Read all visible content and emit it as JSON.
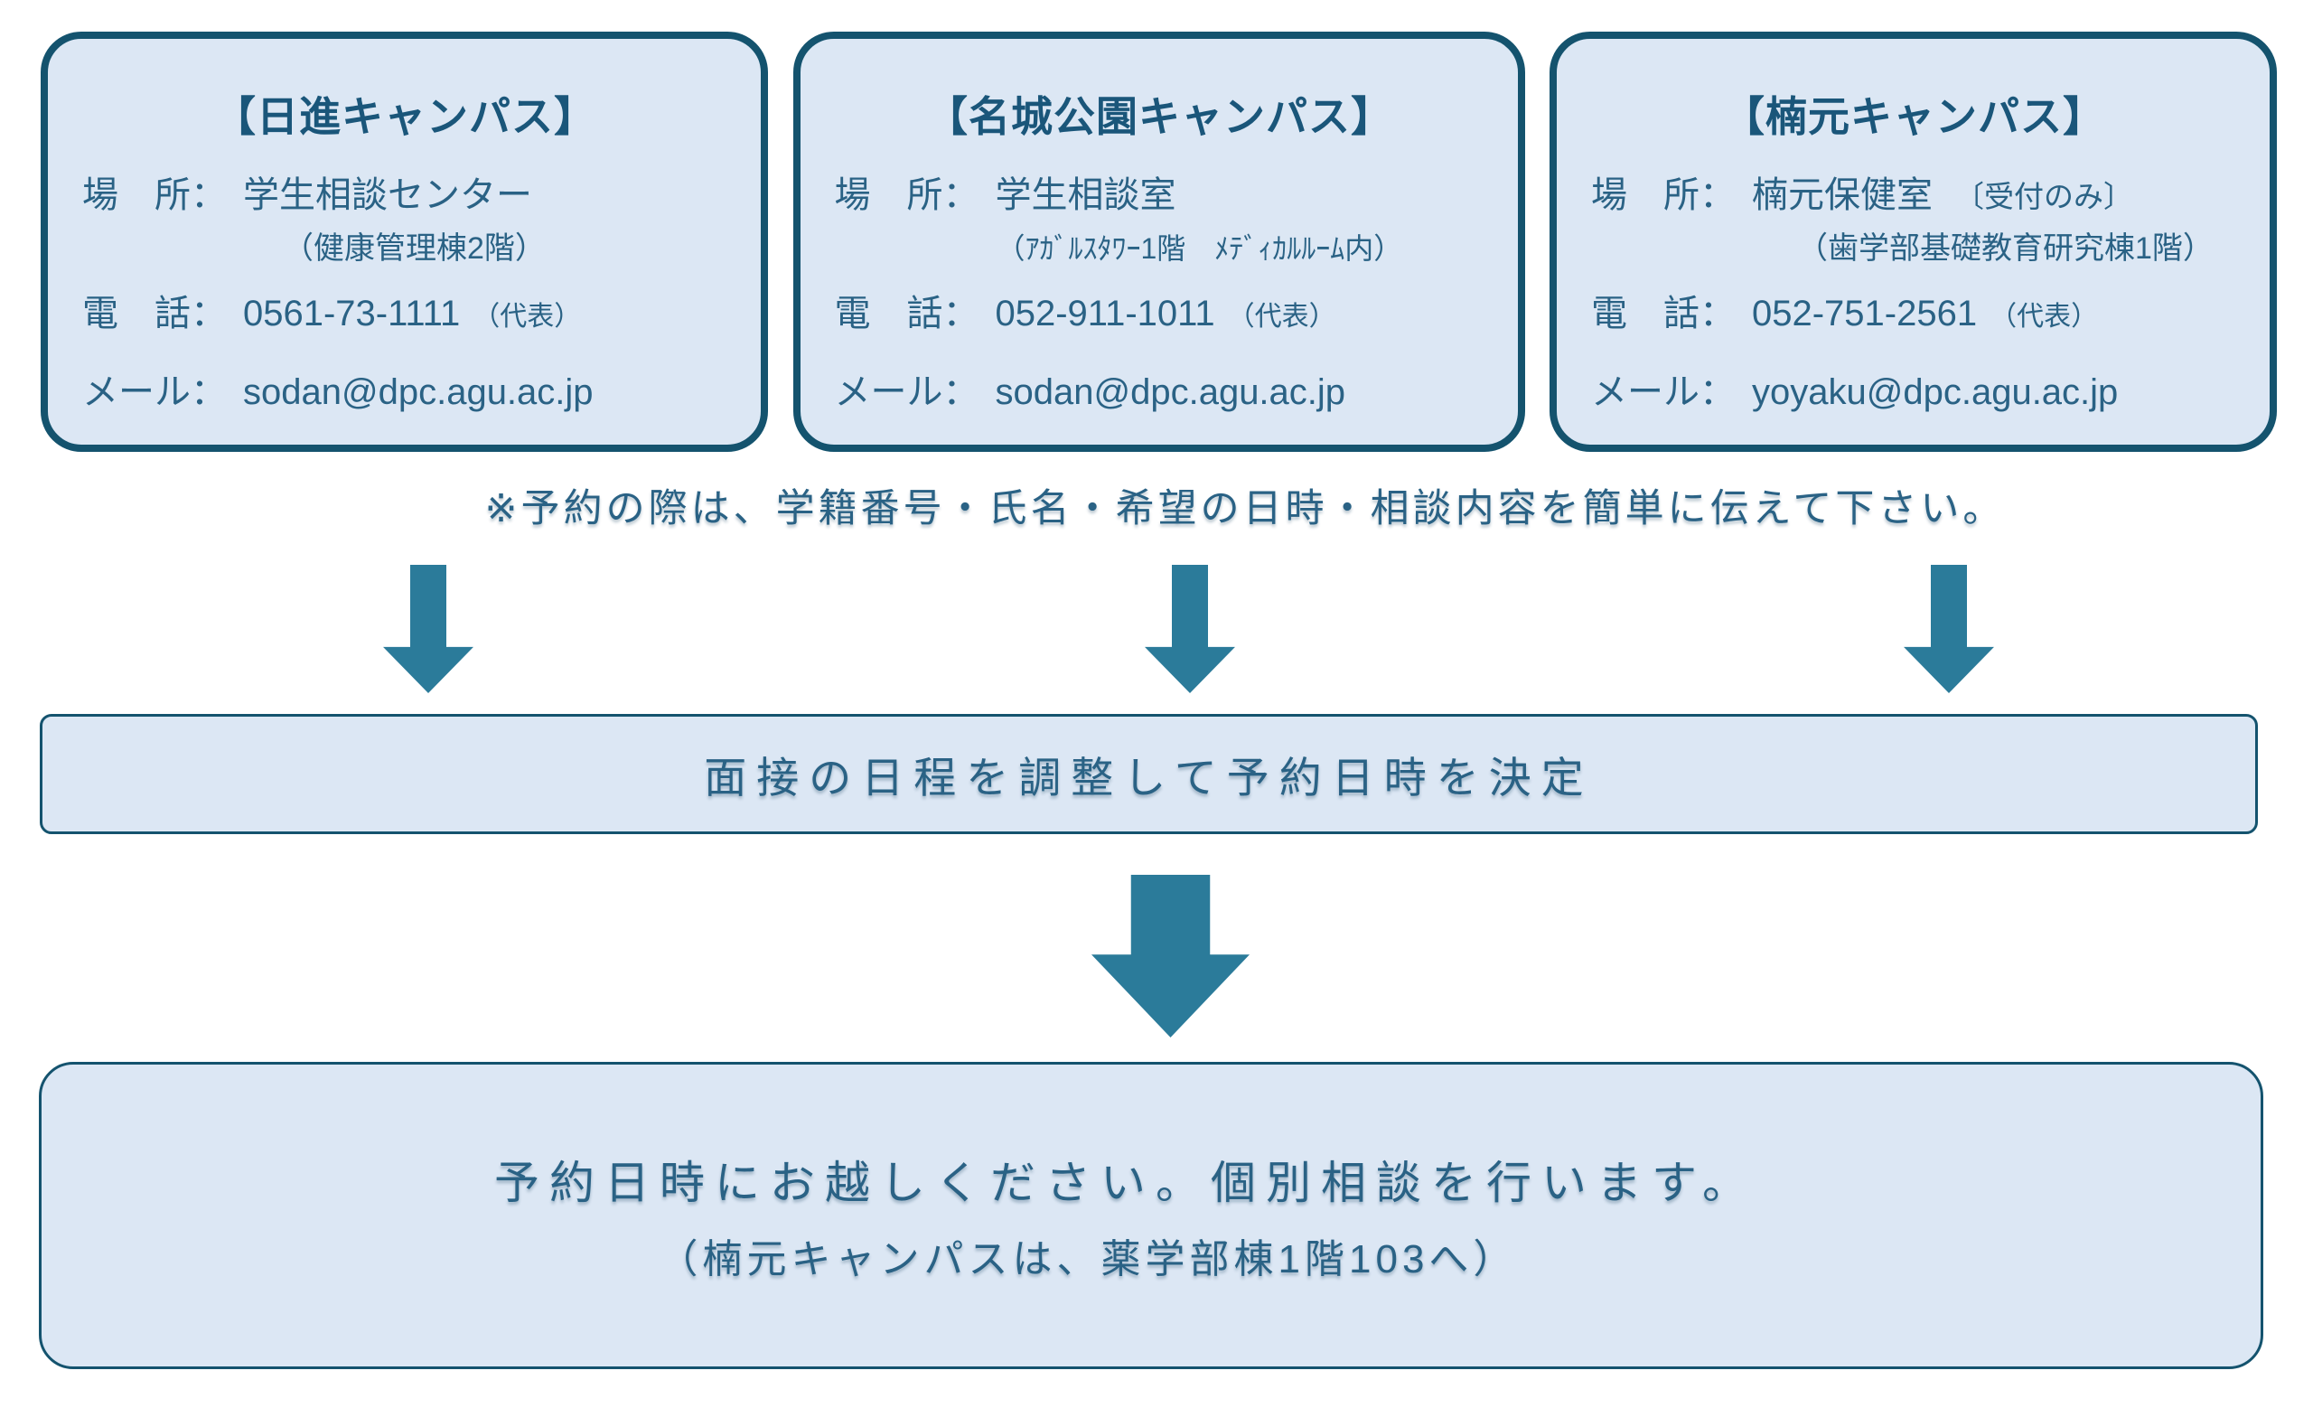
{
  "colors": {
    "card_fill": "#dce7f4",
    "card_border": "#14536e",
    "title_text": "#1a567a",
    "body_text": "#2a6285",
    "arrow_fill": "#2b7b9a"
  },
  "labels": {
    "location": "場　所：",
    "phone": "電　話：",
    "mail": "メール："
  },
  "campuses": [
    {
      "title": "【日進キャンパス】",
      "location": "学生相談センター",
      "location_extra": "",
      "location_note": "（健康管理棟2階）",
      "phone": "0561-73-1111",
      "phone_suffix": "（代表）",
      "mail": "sodan@dpc.agu.ac.jp"
    },
    {
      "title": "【名城公園キャンパス】",
      "location": "学生相談室",
      "location_extra": "",
      "location_note": "（ｱｶﾞﾙｽﾀﾜｰ1階　ﾒﾃﾞｨｶﾙﾙｰﾑ内）",
      "phone": "052-911-1011",
      "phone_suffix": "（代表）",
      "mail": "sodan@dpc.agu.ac.jp"
    },
    {
      "title": "【楠元キャンパス】",
      "location": "楠元保健室",
      "location_extra": "〔受付のみ〕",
      "location_note": "（歯学部基礎教育研究棟1階）",
      "phone": "052-751-2561",
      "phone_suffix": "（代表）",
      "mail": "yoyaku@dpc.agu.ac.jp"
    }
  ],
  "reservation_note": "※予約の際は、学籍番号・氏名・希望の日時・相談内容を簡単に伝えて下さい。",
  "schedule_box": {
    "text": "面接の日程を調整して予約日時を決定"
  },
  "final_box": {
    "line1": "予約日時にお越しください。個別相談を行います。",
    "line2": "（楠元キャンパスは、薬学部棟1階103へ）"
  }
}
